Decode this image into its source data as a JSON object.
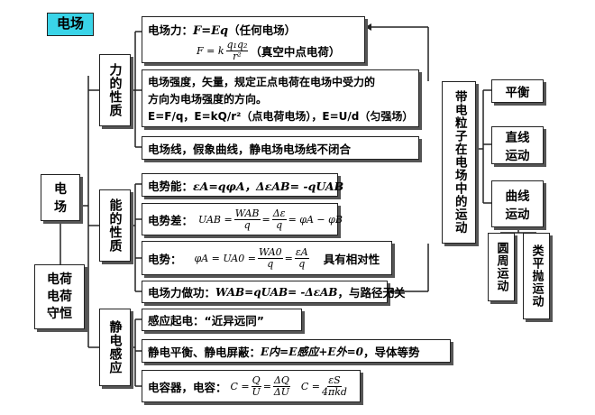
{
  "title": "电场",
  "root": {
    "line1": "电",
    "line2": "场"
  },
  "charge_box": {
    "line1": "电荷",
    "line2": "电荷",
    "line3": "守恒"
  },
  "branches": {
    "force": "力的性质",
    "energy": "能的性质",
    "induction": "静电感应"
  },
  "force_items": {
    "f1_label": "电场力：",
    "f1_formula": "F=Eq",
    "f1_note": "（任何电场）",
    "f1b_lhs": "F = k",
    "f1b_num": "q₁q₂",
    "f1b_den": "r²",
    "f1b_note": "（真空中点电荷）",
    "f2_line1": "电场强度，矢量，规定正点电荷在电场中受力的",
    "f2_line2": "方向为电场强度的方向。",
    "f2_line3": "E=F/q，E=kQ/r²（点电荷电场），E=U/d（匀强场）",
    "f3": "电场线，假象曲线，静电场电场线不闭合"
  },
  "energy_items": {
    "e1_label": "电势能：",
    "e1_formula": "εA=qφA，ΔεAB= -qUAB",
    "e2_label": "电势差：",
    "e2_lhs": "UAB =",
    "e2_n1": "WAB",
    "e2_d1": "q",
    "e2_n2": "Δε",
    "e2_d2": "q",
    "e2_rhs": "= φA − φB",
    "e3_label": "电势：",
    "e3_lhs": "φA = UA0 =",
    "e3_n1": "WA0",
    "e3_d1": "q",
    "e3_n2": "εA",
    "e3_d2": "q",
    "e3_note": "具有相对性",
    "e4_label": "电场力做功：",
    "e4_formula": "WAB=qUAB= -ΔεAB",
    "e4_note": "，与路径无关"
  },
  "induction_items": {
    "i1": "感应起电：“近异远同”",
    "i2_label": "静电平衡、静电屏蔽：",
    "i2_formula": "E内=E感应+E外=0",
    "i2_note": "，导体等势",
    "i3_label": "电容器，电容：",
    "i3_c1": "C =",
    "i3_n1": "Q",
    "i3_d1": "U",
    "i3_eq": "=",
    "i3_n2": "ΔQ",
    "i3_d2": "ΔU",
    "i3_c2": "C =",
    "i3_n3": "εS",
    "i3_d3": "4πkd"
  },
  "particle_motion": "带电粒子在电场中的运动",
  "motions": {
    "m1": "平衡",
    "m2": "直线运动",
    "m3": "曲线运动",
    "m4": "圆周运动",
    "m5": "类平抛运动"
  }
}
